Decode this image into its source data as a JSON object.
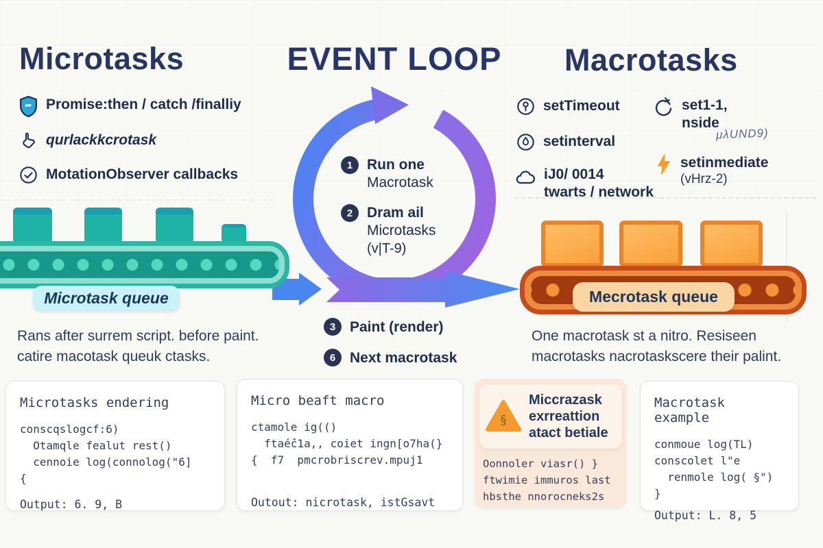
{
  "header": {
    "left_title": "Microtasks",
    "center_title": "EVENT LOOP",
    "right_title": "Macrotasks"
  },
  "microtasks_list": {
    "items": [
      {
        "icon": "shield-icon",
        "label": "Promise:then / catch /finalliy"
      },
      {
        "icon": "hand-icon",
        "label": "qurlackkcrotask"
      },
      {
        "icon": "check-circle-icon",
        "label": "MotationObserver callbacks"
      }
    ]
  },
  "macrotasks_list": {
    "col1": [
      {
        "icon": "timer-icon",
        "label": "setTimeout"
      },
      {
        "icon": "hourglass-icon",
        "label": "setinterval"
      },
      {
        "icon": "cloud-icon",
        "label": "iJ0/ 0014",
        "label2": "twarts / network"
      }
    ],
    "col2": [
      {
        "icon": "refresh-icon",
        "label": "set1-1,",
        "label2": "nside",
        "note": "μλUND9)"
      },
      {
        "icon": "lightning-icon",
        "label": "setinmediate",
        "label2": "(vHrz-2)"
      }
    ]
  },
  "loop": {
    "steps_inside": [
      {
        "num": "1",
        "line1": "Run one",
        "line2": "Macrotask",
        "line3": ""
      },
      {
        "num": "2",
        "line1": "Dram ail",
        "line2": "Microtasks",
        "line3": "(v|T-9)"
      }
    ],
    "steps_below": [
      {
        "num": "3",
        "label": "Paint (render)"
      },
      {
        "num": "6",
        "label": "Next macrotask"
      }
    ]
  },
  "microtask_queue": {
    "label": "Microtask queue",
    "desc1": "Rans after surrem script. before paint.",
    "desc2": "catire macotask queuk ctasks."
  },
  "macrotask_queue": {
    "label": "Mecrotask queue",
    "desc1": "One macrotask st a nitro. Resiseen",
    "desc2": "macrotasks nacrotaskscere their palint."
  },
  "cards": [
    {
      "title": "Microtasks endering",
      "lines": [
        "conscqslogcf:6)",
        "  Otamqle fealut rest()",
        "  cennoie log(connolog(\"6]",
        "{"
      ],
      "output": "Output: 6. 9, B"
    },
    {
      "title": "Micro beaft macro",
      "lines": [
        "ctamole ig(()",
        "  ftaéč1a,, coiet ingn[o7ha(}",
        "{  f7  pmcrobriscrev.mpuj1"
      ],
      "output": "Outout: nicrotask, istGsavt"
    },
    {
      "alert_icon": "warning-triangle-icon",
      "alert_lines": [
        "Miccrazask",
        "exrreattion",
        "atact betiale"
      ],
      "lines": [
        "Oonnoler viasr() }",
        "ftwimie immuros last",
        "hbsthe nnorocneks2s"
      ]
    },
    {
      "title": "Macrotask example",
      "lines": [
        "conmoue log(TL)",
        "conscolet l\"e",
        "  renmole log( §\")",
        "}"
      ],
      "output": "Output: L. 8, 5"
    }
  ],
  "colors": {
    "background": "#f8f8f5",
    "navy_text": "#2a3561",
    "loop_blue": "#4c83f3",
    "loop_purple": "#9d64e0",
    "arrow_blue": "#4a86f0",
    "teal_belt": "#2eb2a2",
    "teal_box": "#1db4a7",
    "micro_pill": "#c8f1f8",
    "orange_belt": "#c44c1a",
    "orange_box": "#f9a13c",
    "macro_pill": "#fbd6a4",
    "lightning_orange": "#f59b2b",
    "shield_blue": "#2ba6dc",
    "alert_card_bg": "#fae8da"
  }
}
